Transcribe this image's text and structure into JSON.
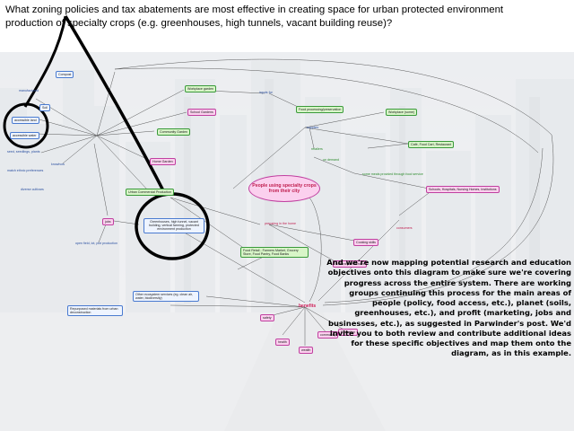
{
  "title": "What zoning policies and tax abatements are most effective in creating space for urban protected environment production of specialty crops (e.g. greenhouses, high tunnels, vacant building reuse)?",
  "caption": "And we're now mapping potential research and education objectives onto this diagram to make sure we're covering progress across the entire system.  There are working groups continuing this process for the main areas of people (policy, food access, etc.), planet (soils, greenhouses, etc.), and profit (marketing, jobs and businesses, etc.), as suggested in Parwinder's post.  We'd invite you to both review and contribute additional ideas for these specific objectives and map them onto the diagram, as in this example.",
  "center_node": "People using specialty crops from their city",
  "benefits": "benefits",
  "nodes": {
    "compost": "Compost",
    "manufactured": "manufactured",
    "soil": "Soil",
    "accessible_land": "accessible land",
    "accessible_water": "accessible water",
    "seed": "seed, seedlings, plants",
    "knowhow": "knowhow",
    "match_ethnic": "match ethnic preferences",
    "diverse_cultivars": "diverse cultivars",
    "workplace_garden": "Workplace garden",
    "inputs_for": "inputs for",
    "school_gardens": "School Gardens",
    "community_garden": "Community Garden",
    "home_garden": "Home Garden",
    "urban_commercial": "Urban Commercial Production",
    "greenhouses": "Greenhouses, high tunnel, vacant building, vertical farming, protected environment production",
    "open_field": "open field, lot, plot production",
    "food_processing": "Food processing/preservation",
    "supplies": "supplies",
    "workplace_some": "Workplace (some)",
    "cafe": "Café, Food Cart, Restaurant",
    "retailers": "retailers",
    "on_demand": "on demand",
    "some_meals": "some meals provided through food service",
    "schools": "Schools, Hospitals, Nursing Homes, Institutions",
    "preparing": "preparing in the home",
    "food_retail": "Food Retail - Farmers Market, Grocery Store, Food Pantry, Food Banks",
    "cooking_skills": "Cooking skills",
    "cultural_pref": "Cultural preferences",
    "consumers": "consumers",
    "other_ecosystem": "Other ecosystem services (eg. clean air, water, biodiversity)",
    "repurposed": "Repurposed materials from urban deconstruction",
    "education": "Education",
    "safety": "safety",
    "health": "health",
    "community": "community",
    "wealth": "wealth",
    "jobs": "jobs"
  },
  "colors": {
    "blue_node": "#4a7bd0",
    "green_node": "#3a9a3a",
    "pink_node": "#c040a0",
    "highlight_circle": "#000000"
  }
}
